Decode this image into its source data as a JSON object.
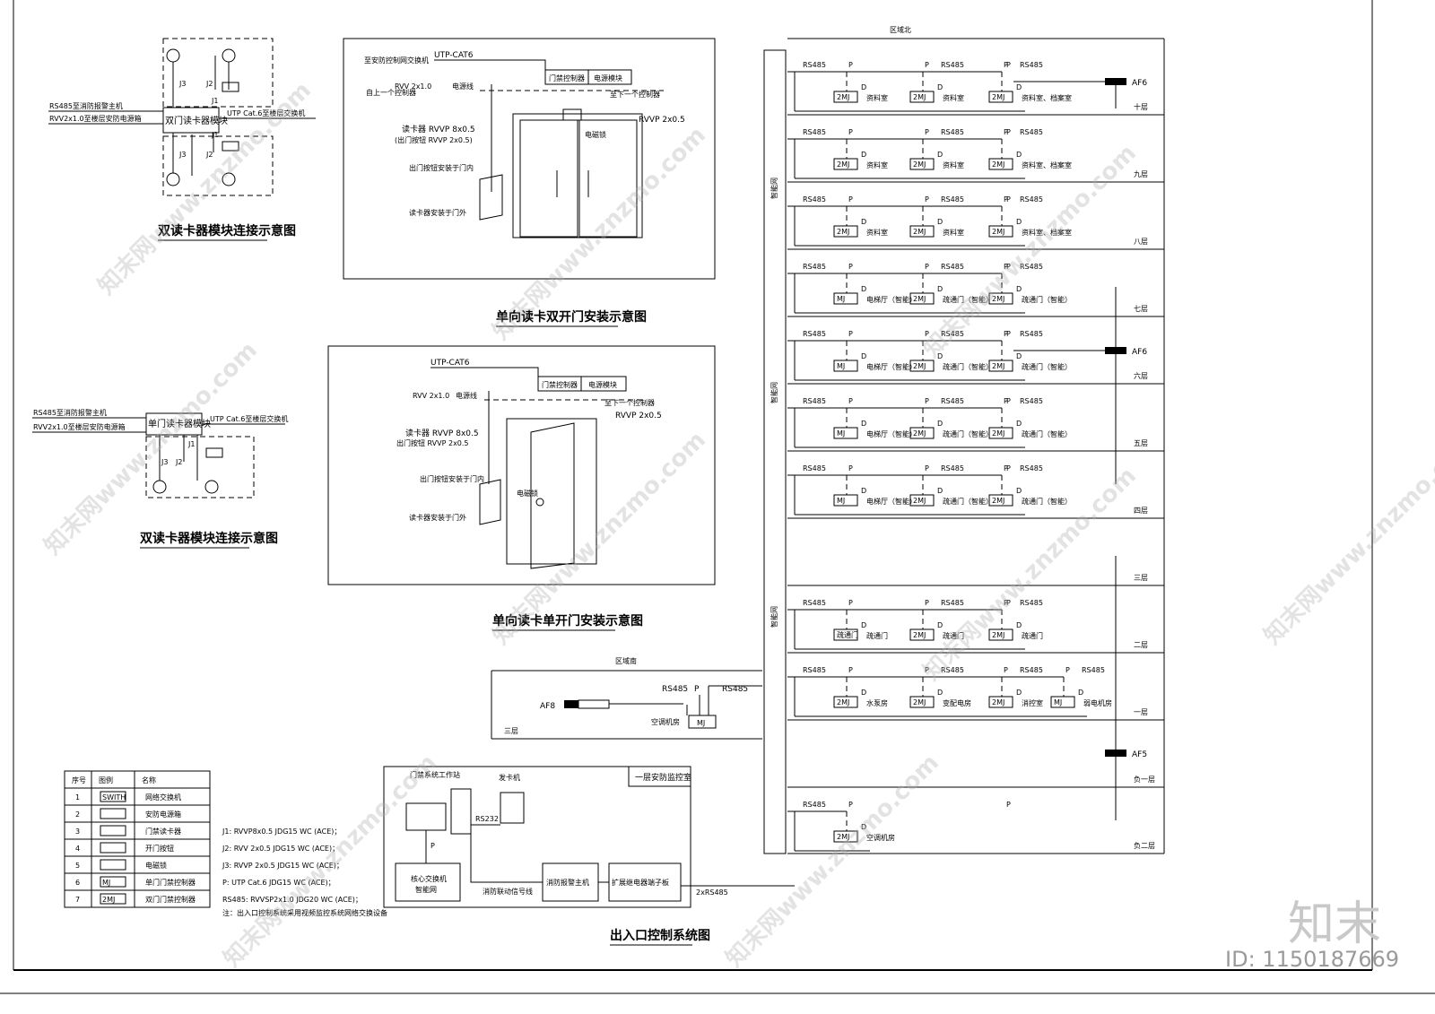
{
  "border_title": "",
  "diagram1": {
    "title": "双读卡器模块连接示意图",
    "module": "双门读卡器模块",
    "rs485": "RS485至消防报警主机",
    "rvv": "RVV2x1.0至楼层安防电源箱",
    "utp": "UTP Cat.6至楼层交换机",
    "j1": "J1",
    "j2": "J2",
    "j3": "J3"
  },
  "diagram2": {
    "title": "双读卡器模块连接示意图",
    "module": "单门读卡器模块",
    "rs485": "RS485至消防报警主机",
    "rvv": "RVV2x1.0至楼层安防电源箱",
    "utp": "UTP Cat.6至楼层交换机",
    "j1": "J1",
    "j2": "J2",
    "j3": "J3"
  },
  "door_double": {
    "title": "单向读卡双开门安装示意图",
    "switch": "至安防控制网交换机",
    "utp": "UTP-CAT6",
    "controller": "门禁控制器",
    "power": "电源模块",
    "rvv": "RVV 2x1.0",
    "power_label": "电源线",
    "from_prev": "自上一个控制器",
    "to_next": "至下一个控制器",
    "reader": "读卡器 RVVP 8x0.5",
    "exit_btn": "(出门按钮 RVVP 2x0.5)",
    "rvvp": "RVVP 2x0.5",
    "lock": "电磁锁",
    "exit_install": "出门按钮安装于门内",
    "reader_install": "读卡器安装于门外"
  },
  "door_single": {
    "title": "单向读卡单开门安装示意图",
    "utp": "UTP-CAT6",
    "controller": "门禁控制器",
    "power": "电源模块",
    "rvv": "RVV 2x1.0",
    "power_label": "电源线",
    "to_next": "至下一个控制器",
    "rvvp": "RVVP 2x0.5",
    "reader": "读卡器 RVVP 8x0.5",
    "exit_btn": "出门按钮 RVVP 2x0.5",
    "lock": "电磁锁",
    "exit_install": "出门按钮安装于门内",
    "reader_install": "读卡器安装于门外"
  },
  "riser": {
    "header": "区域北",
    "trunk_label": "智能网",
    "floors": [
      {
        "name": "十层",
        "af": "AF6",
        "rooms": [
          "资料室",
          "资料室",
          "资料室、档案室"
        ],
        "ctrl": [
          "2MJ",
          "2MJ",
          "2MJ"
        ]
      },
      {
        "name": "九层",
        "af": "",
        "rooms": [
          "资料室",
          "资料室",
          "资料室、档案室"
        ],
        "ctrl": [
          "2MJ",
          "2MJ",
          "2MJ"
        ]
      },
      {
        "name": "八层",
        "af": "",
        "rooms": [
          "资料室",
          "资料室",
          "资料室、档案室"
        ],
        "ctrl": [
          "2MJ",
          "2MJ",
          "2MJ"
        ]
      },
      {
        "name": "七层",
        "af": "",
        "rooms": [
          "电梯厅（智能）",
          "疏通门（智能）",
          "疏通门（智能）"
        ],
        "ctrl": [
          "MJ",
          "2MJ",
          "2MJ"
        ]
      },
      {
        "name": "六层",
        "af": "AF6",
        "rooms": [
          "电梯厅（智能）",
          "疏通门（智能）",
          "疏通门（智能）"
        ],
        "ctrl": [
          "MJ",
          "2MJ",
          "2MJ"
        ]
      },
      {
        "name": "五层",
        "af": "",
        "rooms": [
          "电梯厅（智能）",
          "疏通门（智能）",
          "疏通门（智能）"
        ],
        "ctrl": [
          "MJ",
          "2MJ",
          "2MJ"
        ]
      },
      {
        "name": "四层",
        "af": "",
        "rooms": [
          "电梯厅（智能）",
          "疏通门（智能）",
          "疏通门（智能）"
        ],
        "ctrl": [
          "MJ",
          "2MJ",
          "2MJ"
        ]
      },
      {
        "name": "三层",
        "af": "",
        "rooms": [],
        "ctrl": []
      },
      {
        "name": "二层",
        "af": "",
        "rooms": [
          "疏通门",
          "疏通门",
          "疏通门"
        ],
        "ctrl": [
          "疏通门",
          "2MJ",
          "2MJ"
        ]
      },
      {
        "name": "一层",
        "af": "",
        "rooms": [
          "水泵房",
          "变配电房",
          "消控室",
          "弱电机房"
        ],
        "ctrl": [
          "2MJ",
          "2MJ",
          "2MJ",
          "MJ"
        ]
      },
      {
        "name": "负一层",
        "af": "AF5",
        "rooms": [],
        "ctrl": []
      },
      {
        "name": "负二层",
        "af": "",
        "rooms": [
          "空调机房"
        ],
        "ctrl": [
          "2MJ"
        ]
      }
    ],
    "rs485": "RS485",
    "p": "P",
    "d": "D"
  },
  "south": {
    "header": "区域南",
    "floor": "三层",
    "af": "AF8",
    "room": "空调机房",
    "ctrl": "MJ",
    "rs485": "RS485",
    "p": "P"
  },
  "control_room": {
    "title": "一层安防监控室",
    "workstation": "门禁系统工作站",
    "card": "发卡机",
    "rs232": "RS232",
    "core_switch": "核心交换机",
    "core_net": "智能网",
    "fire_host": "消防报警主机",
    "relay": "扩展继电器端子板",
    "fire_link": "消防联动信号线",
    "bus": "2xRS485",
    "p": "P"
  },
  "system_title": "出入口控制系统图",
  "legend": {
    "headers": [
      "序号",
      "图例",
      "名称"
    ],
    "rows": [
      [
        "1",
        "SWITH",
        "网络交换机"
      ],
      [
        "2",
        "",
        "安防电源箱"
      ],
      [
        "3",
        "",
        "门禁读卡器"
      ],
      [
        "4",
        "",
        "开门按钮"
      ],
      [
        "5",
        "",
        "电磁锁"
      ],
      [
        "6",
        "MJ",
        "单门门禁控制器"
      ],
      [
        "7",
        "2MJ",
        "双门门禁控制器"
      ]
    ]
  },
  "notes": [
    "J1: RVVP8x0.5 JDG15 WC (ACE)；",
    "J2: RVV 2x0.5 JDG15 WC (ACE)；",
    "J3: RVVP 2x0.5 JDG15 WC (ACE)；",
    "P: UTP Cat.6 JDG15 WC (ACE)；",
    "RS485: RVVSP2x1.0 JDG20 WC (ACE)；",
    "注：出入口控制系统采用视频监控系统网络交换设备"
  ],
  "watermark": {
    "text": "知末网www.znzmo.com",
    "brand": "知末",
    "id": "ID: 1150187669"
  },
  "colors": {
    "line": "#000000",
    "watermark": "#b0b0b0"
  }
}
